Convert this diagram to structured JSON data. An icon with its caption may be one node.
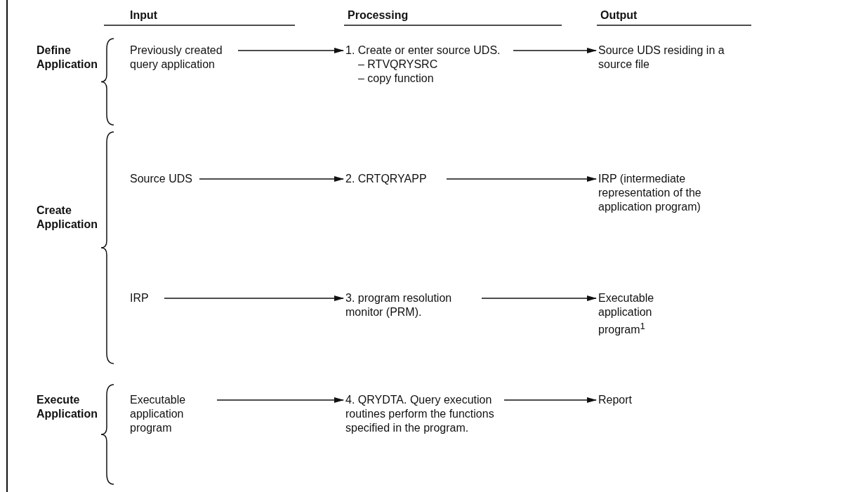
{
  "diagram": {
    "nodes": [
      {
        "text": [
          "Previously created query application"
        ]
      },
      {
        "text": [
          "1. Create or enter source UDS.",
          "– RTVQRYSRC",
          "– copy function"
        ]
      },
      {
        "text": [
          "Source UDS residing in a source file"
        ]
      },
      {
        "text": [
          "Source UDS"
        ]
      },
      {
        "text": [
          "2. CRTQRYAPP"
        ]
      },
      {
        "text": [
          "IRP (intermediate representation of the application program)"
        ]
      },
      {
        "text": [
          "IRP"
        ]
      },
      {
        "text": [
          "3. program resolution monitor (PRM)."
        ]
      },
      {
        "text": [
          "Executable application program$^{1}$"
        ]
      },
      {
        "text": [
          "Executable application program"
        ]
      },
      {
        "text": [
          "4. QRYDTA. Query execution routines perform the functions specified in the program."
        ]
      },
      {
        "text": [
          "Report"
        ]
      }
    ],
    "edges": [
      {
        "from": 0,
        "to": 1,
        "arrow": "to"
      },
      {
        "from": 1,
        "to": 2,
        "arrow": "to"
      },
      {
        "from": 3,
        "to": 4,
        "arrow": "to"
      },
      {
        "from": 4,
        "to": 5,
        "arrow": "to"
      },
      {
        "from": 6,
        "to": 7,
        "arrow": "to"
      },
      {
        "from": 7,
        "to": 8,
        "arrow": "to"
      },
      {
        "from": 9,
        "to": 10,
        "arrow": "to"
      },
      {
        "from": 10,
        "to": 11,
        "arrow": "to"
      }
    ],
    "labels": [
      "Input",
      "Processing",
      "Output",
      "Define Application",
      "Create Application",
      "Execute Application"
    ]
  }
}
